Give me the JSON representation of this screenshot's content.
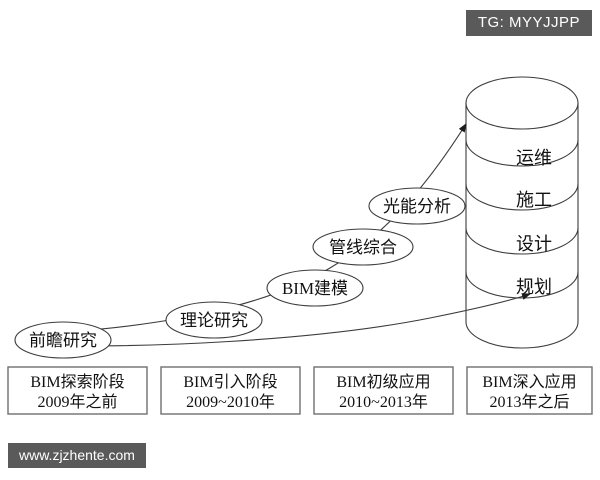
{
  "overlays": {
    "tag_badge": "TG: MYYJJPP",
    "watermark": "www.zjzhente.com"
  },
  "diagram": {
    "type": "bim-maturity-growth-curve",
    "cylinder": {
      "name": "bim-application-stack",
      "segments": [
        {
          "label": "运维"
        },
        {
          "label": "施工"
        },
        {
          "label": "设计"
        },
        {
          "label": "规划"
        }
      ]
    },
    "milestones": [
      {
        "label": "前瞻研究"
      },
      {
        "label": "理论研究"
      },
      {
        "label": "BIM建模"
      },
      {
        "label": "管线综合"
      },
      {
        "label": "光能分析"
      }
    ],
    "phase_boxes": [
      {
        "title": "BIM探索阶段",
        "period": "2009年之前"
      },
      {
        "title": "BIM引入阶段",
        "period": "2009~2010年"
      },
      {
        "title": "BIM初级应用",
        "period": "2010~2013年"
      },
      {
        "title": "BIM深入应用",
        "period": "2013年之后"
      }
    ],
    "colors": {
      "stroke": "#3c3c3c",
      "box_stroke": "#6f6f6f",
      "badge_bg": "#5a5a5a",
      "background": "#ffffff"
    }
  }
}
